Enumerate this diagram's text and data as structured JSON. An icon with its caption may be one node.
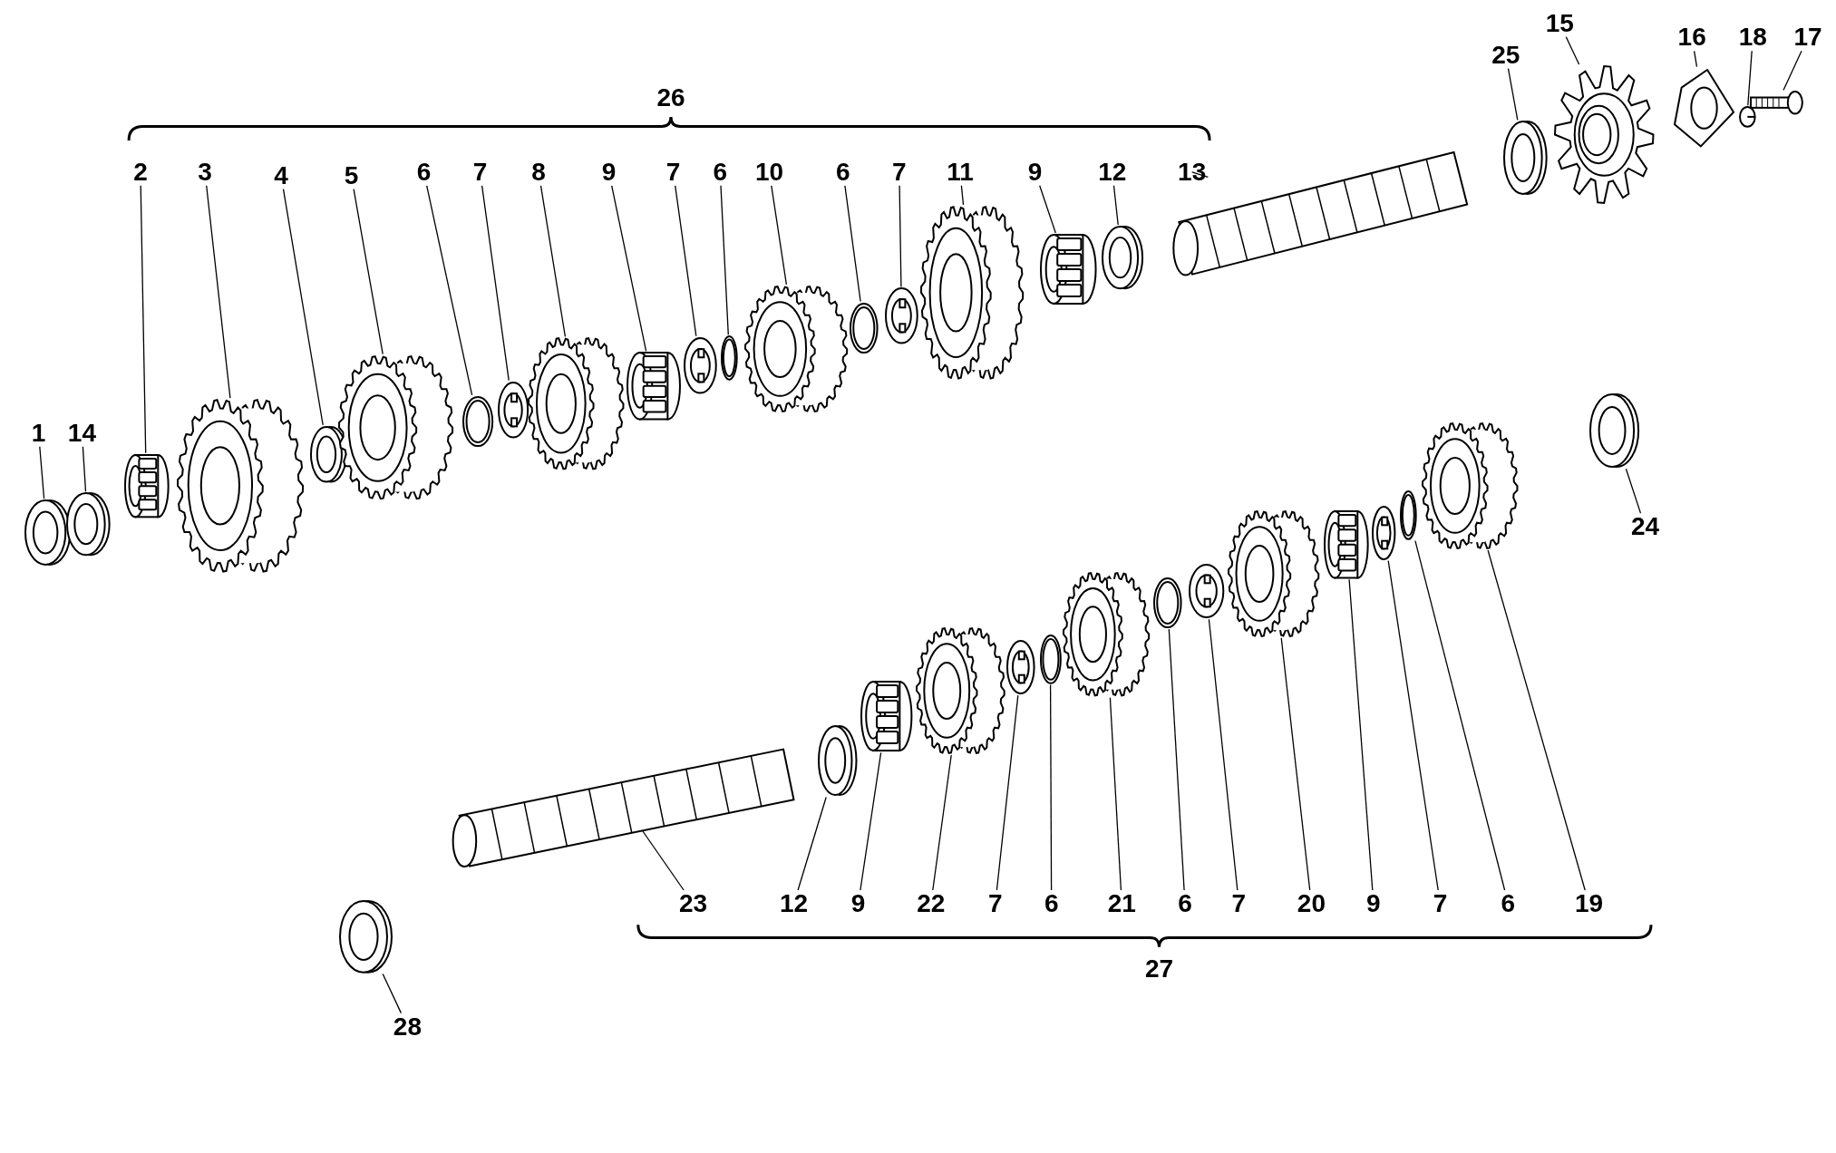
{
  "diagram": {
    "nodes": [
      {
        "text": [
          "15"
        ]
      },
      {
        "text": [
          "16"
        ]
      },
      {
        "text": [
          "18"
        ]
      },
      {
        "text": [
          "17"
        ]
      },
      {
        "text": [
          "25"
        ]
      },
      {
        "text": [
          "2"
        ]
      },
      {
        "text": [
          "3"
        ]
      },
      {
        "text": [
          "4"
        ]
      },
      {
        "text": [
          "5"
        ]
      },
      {
        "text": [
          "6"
        ]
      },
      {
        "text": [
          "7"
        ]
      },
      {
        "text": [
          "8"
        ]
      },
      {
        "text": [
          "9"
        ]
      },
      {
        "text": [
          "7"
        ]
      },
      {
        "text": [
          "6"
        ]
      },
      {
        "text": [
          "10"
        ]
      },
      {
        "text": [
          "6"
        ]
      },
      {
        "text": [
          "7"
        ]
      },
      {
        "text": [
          "11"
        ]
      },
      {
        "text": [
          "9"
        ]
      },
      {
        "text": [
          "12"
        ]
      },
      {
        "text": [
          "13"
        ]
      },
      {
        "text": [
          "1"
        ]
      },
      {
        "text": [
          "14"
        ]
      },
      {
        "text": [
          "24"
        ]
      },
      {
        "text": [
          "23"
        ]
      },
      {
        "text": [
          "12"
        ]
      },
      {
        "text": [
          "9"
        ]
      },
      {
        "text": [
          "22"
        ]
      },
      {
        "text": [
          "7"
        ]
      },
      {
        "text": [
          "6"
        ]
      },
      {
        "text": [
          "21"
        ]
      },
      {
        "text": [
          "6"
        ]
      },
      {
        "text": [
          "7"
        ]
      },
      {
        "text": [
          "20"
        ]
      },
      {
        "text": [
          "9"
        ]
      },
      {
        "text": [
          "7"
        ]
      },
      {
        "text": [
          "6"
        ]
      },
      {
        "text": [
          "19"
        ]
      },
      {
        "text": [
          "28"
        ]
      },
      {
        "text": [],
        "shape": "picture"
      },
      {
        "text": [],
        "shape": "picture"
      },
      {
        "text": [],
        "shape": "picture"
      },
      {
        "text": [],
        "shape": "picture"
      },
      {
        "text": [],
        "shape": "picture"
      },
      {
        "text": [],
        "shape": "picture"
      },
      {
        "text": [],
        "shape": "picture"
      },
      {
        "text": [],
        "shape": "picture"
      },
      {
        "text": [],
        "shape": "picture"
      },
      {
        "text": [],
        "shape": "picture"
      },
      {
        "text": [],
        "shape": "picture"
      },
      {
        "text": [],
        "shape": "picture"
      },
      {
        "text": [],
        "shape": "picture"
      },
      {
        "text": [],
        "shape": "picture"
      },
      {
        "text": [],
        "shape": "picture"
      },
      {
        "text": [],
        "shape": "picture"
      },
      {
        "text": [],
        "shape": "picture"
      },
      {
        "text": [],
        "shape": "picture"
      },
      {
        "text": [],
        "shape": "picture"
      },
      {
        "text": [],
        "shape": "picture"
      },
      {
        "text": [],
        "shape": "picture"
      },
      {
        "text": [],
        "shape": "picture"
      },
      {
        "text": [],
        "shape": "picture"
      },
      {
        "text": [],
        "shape": "picture"
      },
      {
        "text": [],
        "shape": "picture"
      },
      {
        "text": [],
        "shape": "picture"
      },
      {
        "text": [],
        "shape": "picture"
      },
      {
        "text": [],
        "shape": "picture"
      },
      {
        "text": [],
        "shape": "picture"
      },
      {
        "text": [],
        "shape": "picture"
      },
      {
        "text": [],
        "shape": "picture"
      },
      {
        "text": [],
        "shape": "picture"
      },
      {
        "text": [],
        "shape": "picture"
      },
      {
        "text": [],
        "shape": "picture"
      },
      {
        "text": [],
        "shape": "picture"
      },
      {
        "text": [],
        "shape": "picture"
      },
      {
        "text": [],
        "shape": "picture"
      },
      {
        "text": [],
        "shape": "picture"
      },
      {
        "text": [],
        "shape": "picture"
      },
      {
        "text": [],
        "shape": "picture"
      }
    ],
    "edges": [
      {
        "from": 0,
        "to": 75,
        "arrow": "none"
      },
      {
        "from": 1,
        "to": 77,
        "arrow": "none"
      },
      {
        "from": 2,
        "to": 78,
        "arrow": "none"
      },
      {
        "from": 3,
        "to": 79,
        "arrow": "none"
      },
      {
        "from": 4,
        "to": 74,
        "arrow": "none"
      },
      {
        "from": 5,
        "to": 42,
        "arrow": "none"
      },
      {
        "from": 6,
        "to": 43,
        "arrow": "none"
      },
      {
        "from": 7,
        "to": 44,
        "arrow": "none"
      },
      {
        "from": 8,
        "to": 46,
        "arrow": "none"
      },
      {
        "from": 9,
        "to": 47,
        "arrow": "none"
      },
      {
        "from": 10,
        "to": 48,
        "arrow": "none"
      },
      {
        "from": 11,
        "to": 49,
        "arrow": "none"
      },
      {
        "from": 12,
        "to": 51,
        "arrow": "none"
      },
      {
        "from": 13,
        "to": 52,
        "arrow": "none"
      },
      {
        "from": 14,
        "to": 53,
        "arrow": "none"
      },
      {
        "from": 15,
        "to": 54,
        "arrow": "none"
      },
      {
        "from": 16,
        "to": 56,
        "arrow": "none"
      },
      {
        "from": 17,
        "to": 58,
        "arrow": "none"
      },
      {
        "from": 18,
        "to": 60,
        "arrow": "none"
      },
      {
        "from": 19,
        "to": 63,
        "arrow": "none"
      },
      {
        "from": 20,
        "to": 65,
        "arrow": "none"
      },
      {
        "from": 21,
        "to": 70,
        "arrow": "none"
      },
      {
        "from": 22,
        "to": 40,
        "arrow": "none"
      },
      {
        "from": 23,
        "to": 41,
        "arrow": "none"
      },
      {
        "from": 24,
        "to": 76,
        "arrow": "none"
      },
      {
        "from": 25,
        "to": 50,
        "arrow": "none"
      },
      {
        "from": 26,
        "to": 55,
        "arrow": "none"
      },
      {
        "from": 27,
        "to": 57,
        "arrow": "none"
      },
      {
        "from": 28,
        "to": 59,
        "arrow": "none"
      },
      {
        "from": 29,
        "to": 61,
        "arrow": "none"
      },
      {
        "from": 30,
        "to": 62,
        "arrow": "none"
      },
      {
        "from": 31,
        "to": 64,
        "arrow": "none"
      },
      {
        "from": 32,
        "to": 66,
        "arrow": "none"
      },
      {
        "from": 33,
        "to": 67,
        "arrow": "none"
      },
      {
        "from": 34,
        "to": 68,
        "arrow": "none"
      },
      {
        "from": 35,
        "to": 69,
        "arrow": "none"
      },
      {
        "from": 36,
        "to": 71,
        "arrow": "none"
      },
      {
        "from": 37,
        "to": 72,
        "arrow": "none"
      },
      {
        "from": 38,
        "to": 73,
        "arrow": "none"
      },
      {
        "from": 39,
        "to": 45,
        "arrow": "none"
      }
    ],
    "labels": [
      "26",
      "27"
    ]
  }
}
